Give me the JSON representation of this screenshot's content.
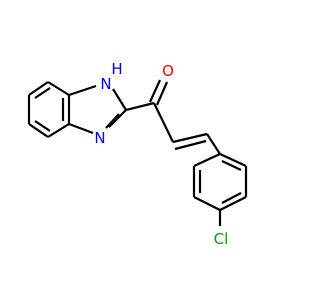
{
  "molecule": {
    "atoms": {
      "nh_label": "H",
      "nh_n_label": "N",
      "imine_n_label": "N",
      "oxygen_label": "O",
      "chlorine_label": "Cl"
    },
    "colors": {
      "bond": "#000000",
      "nitrogen": "#0000ff",
      "oxygen": "#ff0000",
      "chlorine": "#00a000",
      "background": "#ffffff"
    }
  }
}
